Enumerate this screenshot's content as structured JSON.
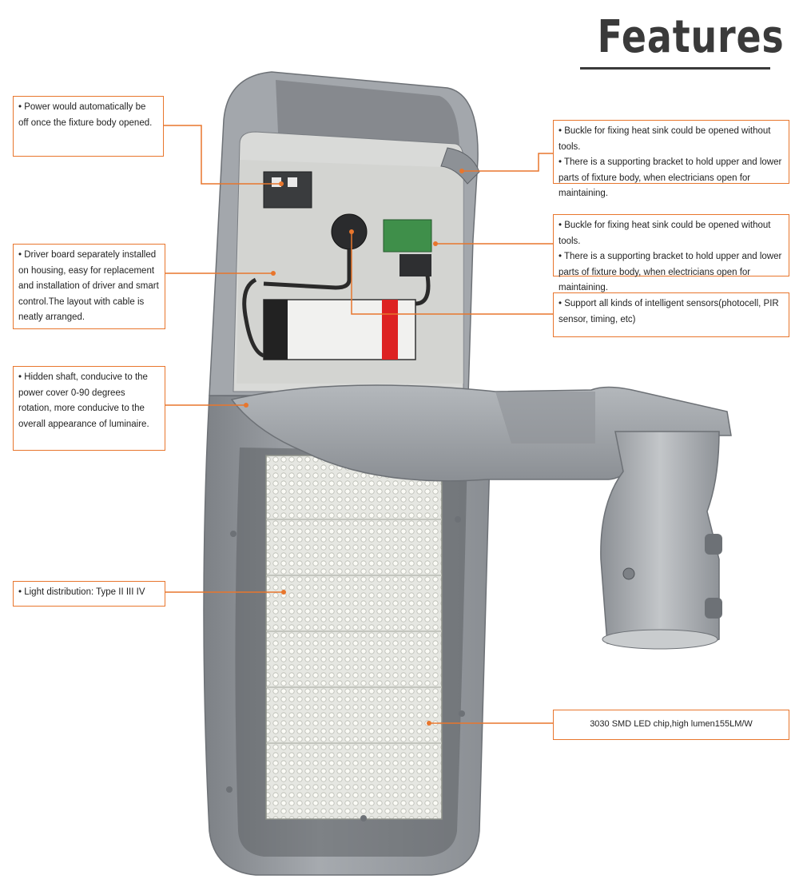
{
  "title": "Features",
  "callouts": {
    "power_off": [
      "• Power would automatically be off once the fixture body opened."
    ],
    "buckle_top": [
      "• Buckle for fixing heat sink could be opened without tools.",
      "• There is a supporting bracket to hold upper and lower parts of fixture body, when electricians open for maintaining."
    ],
    "buckle_mid": [
      "• Buckle for fixing heat sink could be opened without tools.",
      "• There is a supporting bracket to hold upper and lower parts of fixture body, when electricians open for maintaining."
    ],
    "driver_board": [
      "• Driver board separately installed on housing, easy for replacement and installation of driver and smart control.The layout with cable is neatly arranged."
    ],
    "sensors": [
      "• Support all kinds of intelligent sensors(photocell, PIR sensor, timing, etc)"
    ],
    "hidden_shaft": [
      "• Hidden shaft, conducive to the power cover 0-90 degrees rotation, more conducive to the overall appearance of luminaire."
    ],
    "light_distribution": [
      "• Light distribution: Type II III IV"
    ],
    "led_chip": [
      "3030 SMD LED chip,high lumen155LM/W"
    ]
  },
  "colors": {
    "accent": "#e8762d",
    "housing": "#9a9ea3",
    "title": "#3a3a3a"
  }
}
